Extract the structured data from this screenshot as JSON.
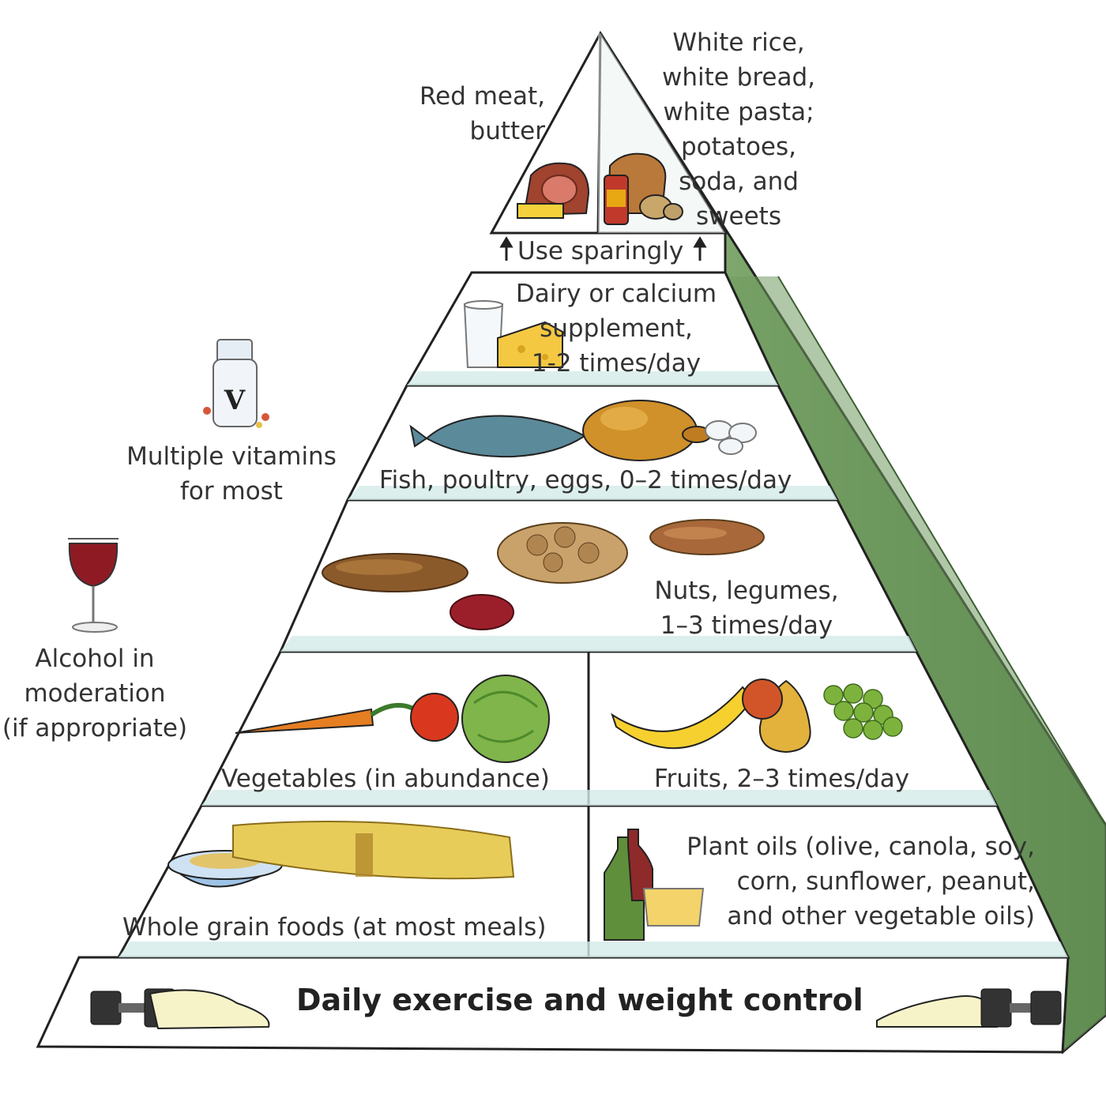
{
  "colors": {
    "outline": "#222222",
    "pyramid_side": "#6f9a5e",
    "pyramid_side_dark": "#4f7a43",
    "face": "#ffffff",
    "shade": "#d9ece9",
    "text": "#333333"
  },
  "pyramid": {
    "tiers": [
      {
        "id": "top",
        "items": [
          {
            "label": "Red meat,\nbutter",
            "icons": [
              "ham-icon",
              "butter-icon"
            ]
          },
          {
            "label": "White rice,\nwhite bread,\nwhite pasta;\npotatoes,\nsoda, and\nsweets",
            "icons": [
              "bread-icon",
              "soda-can-icon",
              "potato-icon"
            ]
          }
        ],
        "note": "Use sparingly"
      },
      {
        "id": "dairy",
        "items": [
          {
            "label": "Dairy or calcium\nsupplement,\n1-2 times/day",
            "icons": [
              "milk-glass-icon",
              "cheese-icon"
            ]
          }
        ]
      },
      {
        "id": "protein",
        "items": [
          {
            "label": "Fish, poultry, eggs, 0–2 times/day",
            "icons": [
              "fish-icon",
              "roast-chicken-icon",
              "eggs-icon"
            ]
          }
        ]
      },
      {
        "id": "nuts",
        "items": [
          {
            "label": "Nuts, legumes,\n1–3 times/day",
            "icons": [
              "legumes-icon",
              "nuts-icon",
              "almonds-icon",
              "beans-icon"
            ]
          }
        ]
      },
      {
        "id": "produce",
        "items": [
          {
            "label": "Vegetables (in abundance)",
            "icons": [
              "carrot-icon",
              "tomato-icon",
              "cabbage-icon"
            ]
          },
          {
            "label": "Fruits, 2–3 times/day",
            "icons": [
              "banana-icon",
              "pear-icon",
              "grapes-icon"
            ]
          }
        ]
      },
      {
        "id": "base",
        "items": [
          {
            "label": "Whole grain foods (at most meals)",
            "icons": [
              "grain-bowl-icon",
              "wheat-sheaf-icon"
            ]
          },
          {
            "label": "Plant oils (olive, canola, soy,\ncorn, sunflower, peanut,\nand other vegetable oils)",
            "icons": [
              "oil-bottle-icon",
              "oil-dish-icon"
            ]
          }
        ]
      },
      {
        "id": "foundation",
        "items": [
          {
            "label": "Daily exercise and weight control",
            "icons": [
              "dumbbell-icon",
              "sneaker-icon"
            ]
          }
        ]
      }
    ]
  },
  "side_notes": [
    {
      "label": "Multiple vitamins\nfor most",
      "icon": "vitamin-bottle-icon",
      "bottle_letter": "V"
    },
    {
      "label": "Alcohol in\nmoderation\n(if appropriate)",
      "icon": "wine-glass-icon"
    }
  ]
}
